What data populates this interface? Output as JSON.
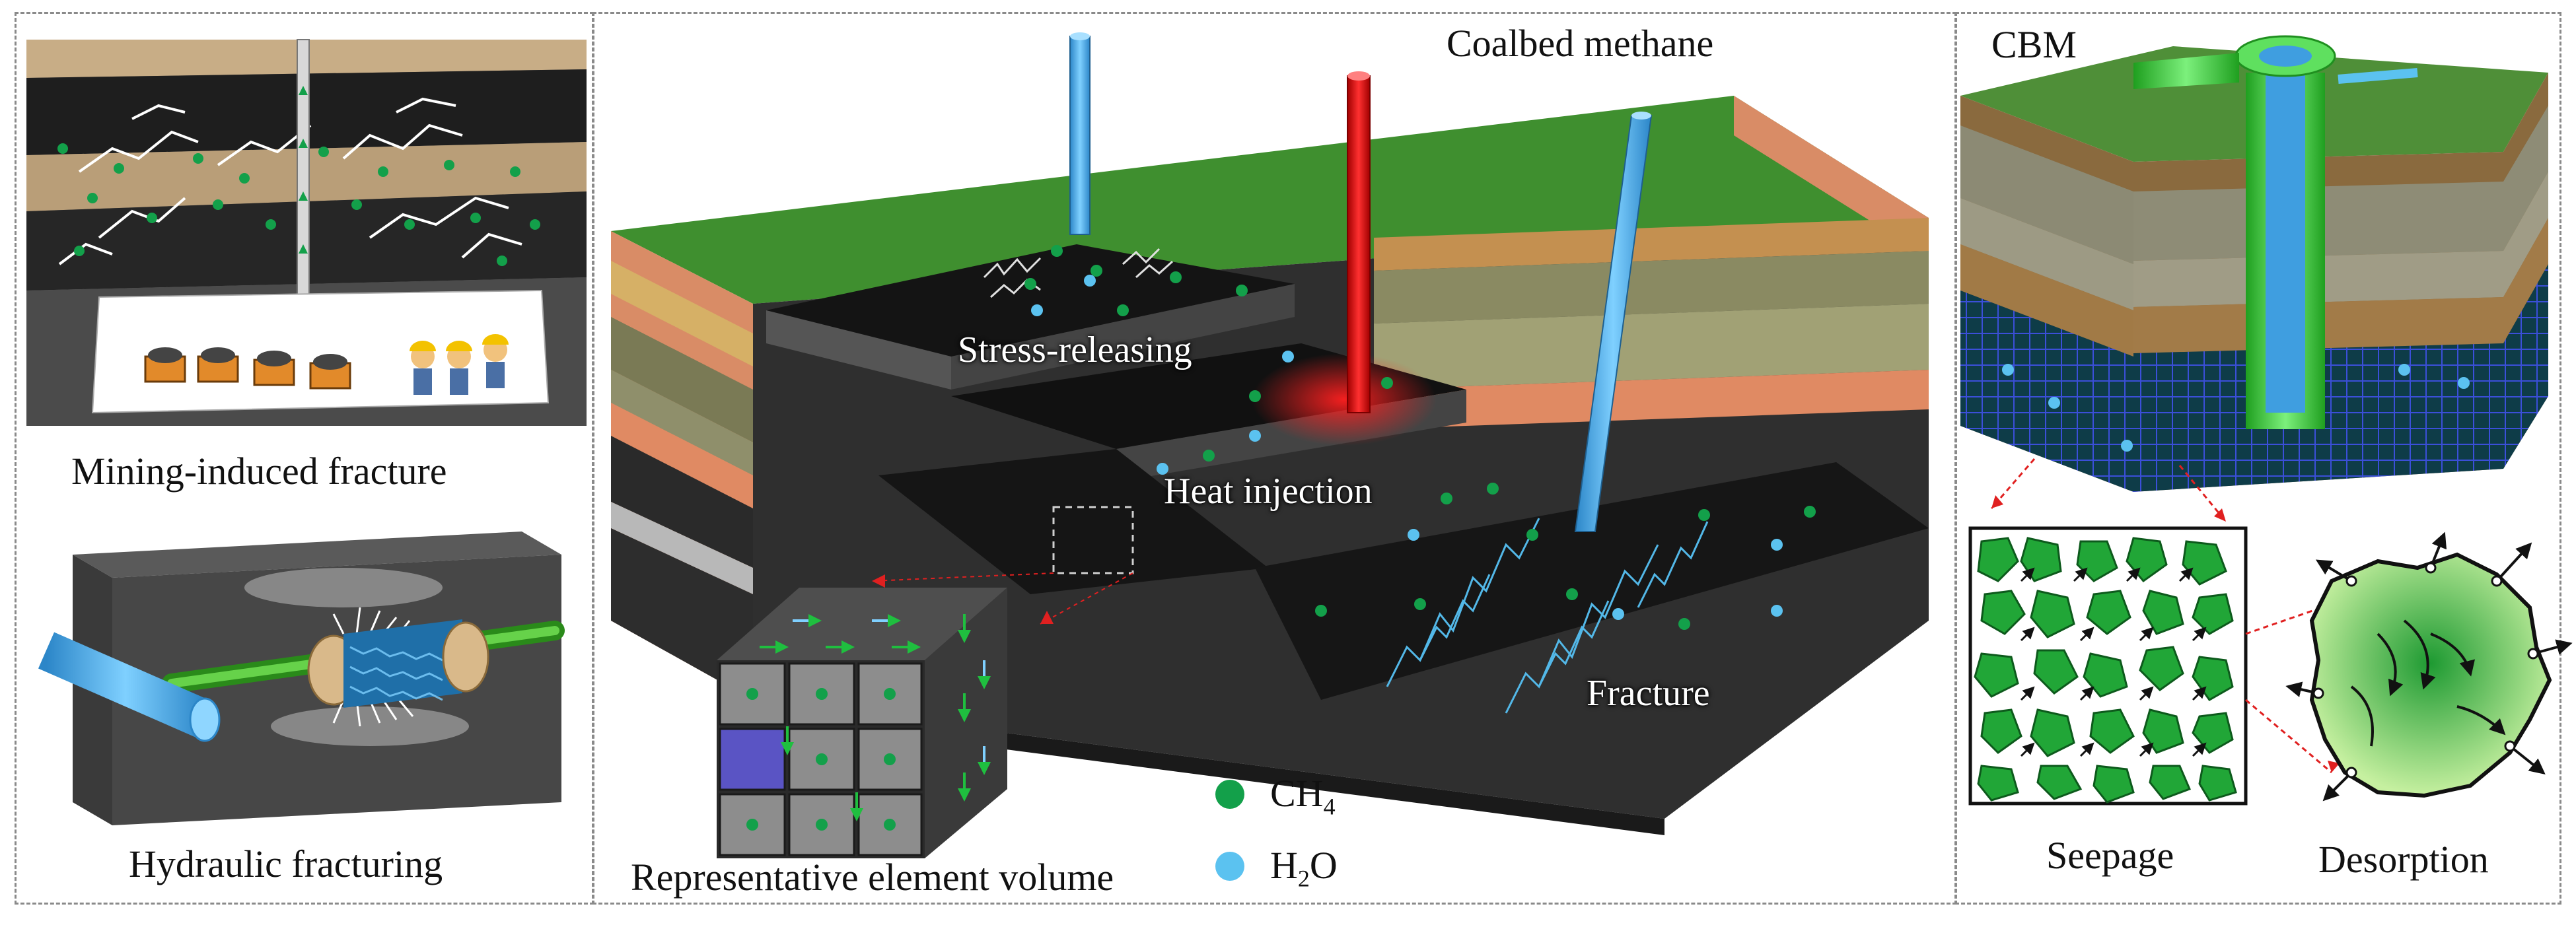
{
  "labels": {
    "mining": "Mining-induced fracture",
    "hydraulic": "Hydraulic fracturing",
    "coalbed": "Coalbed methane",
    "stress": "Stress-releasing",
    "heat": "Heat injection",
    "fracture": "Fracture",
    "rev": "Representative element volume",
    "cbm": "CBM",
    "seepage": "Seepage",
    "desorption": "Desorption"
  },
  "legend": {
    "ch4_base": "CH",
    "ch4_sub": "4",
    "h2o_base": "H",
    "h2o_sub": "2",
    "h2o_tail": "O"
  },
  "colors": {
    "ch4": "#13a04a",
    "h2o": "#5bc2f0",
    "grass": "#3f8f2f",
    "coal": "#2b2b2b",
    "heat_pipe": "#e01010",
    "cbm_well": "#3ad13a",
    "arrow_red": "#e02020"
  }
}
